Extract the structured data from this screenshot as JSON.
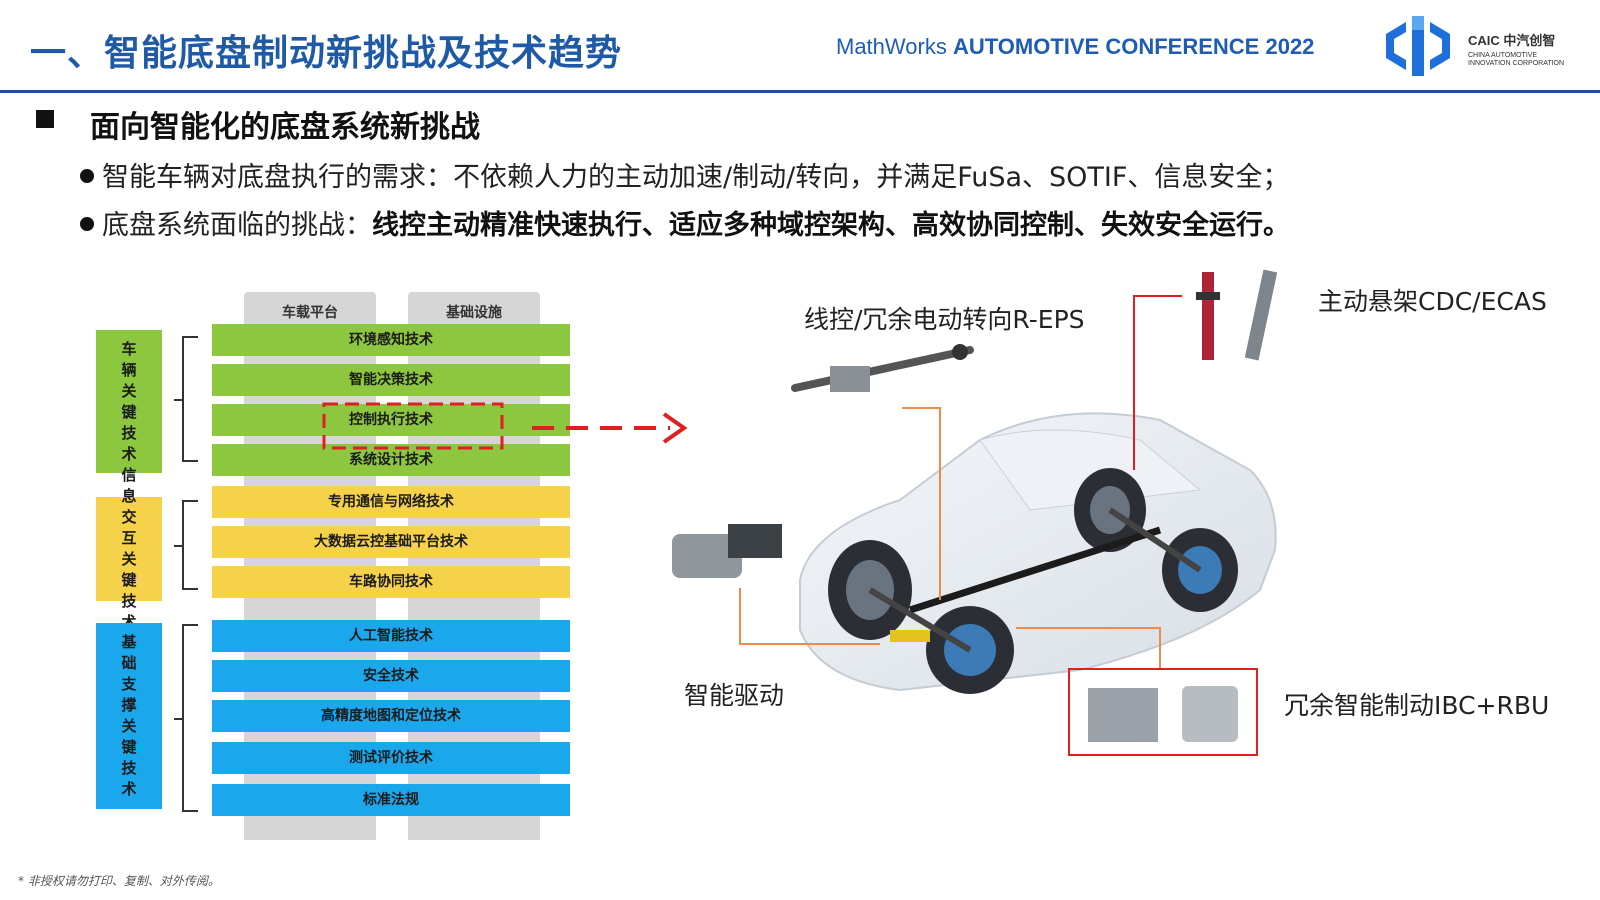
{
  "header": {
    "title": "一、智能底盘制动新挑战及技术趋势",
    "conference_prefix": "MathWorks",
    "conference_name": "AUTOMOTIVE CONFERENCE 2022",
    "logo_name": "CAIC 中汽创智",
    "logo_sub": "CHINA AUTOMOTIVE INNOVATION CORPORATION"
  },
  "section": {
    "title": "面向智能化的底盘系统新挑战",
    "bullets": [
      {
        "text": "智能车辆对底盘执行的需求：不依赖人力的主动加速/制动/转向，并满足FuSa、SOTIF、信息安全；",
        "bold": ""
      },
      {
        "text": "底盘系统面临的挑战：",
        "bold": "线控主动精准快速执行、适应多种域控架构、高效协同控制、失效安全运行。"
      }
    ]
  },
  "stack": {
    "columns": [
      "车载平台",
      "基础设施"
    ],
    "groups": [
      {
        "label": "车辆关键技术",
        "color": "#8dc63f",
        "items": [
          "环境感知技术",
          "智能决策技术",
          "控制执行技术",
          "系统设计技术"
        ]
      },
      {
        "label": "信息交互关键技术",
        "color": "#f6d24a",
        "items": [
          "专用通信与网络技术",
          "大数据云控基础平台技术",
          "车路协同技术"
        ]
      },
      {
        "label": "基础支撑关键技术",
        "color": "#1aa7ec",
        "items": [
          "人工智能技术",
          "安全技术",
          "高精度地图和定位技术",
          "测试评价技术",
          "标准法规"
        ]
      }
    ],
    "highlighted_item": "控制执行技术",
    "highlight_color": "#e02020"
  },
  "labels": {
    "steering": "线控/冗余电动转向R-EPS",
    "suspension": "主动悬架CDC/ECAS",
    "drive": "智能驱动",
    "brake": "冗余智能制动IBC+RBU"
  },
  "footnote": "* 非授权请勿打印、复制、对外传阅。",
  "colors": {
    "title_blue": "#1f5aa6",
    "rule_blue": "#1f4e99",
    "leader_orange": "#f08a4b",
    "leader_red": "#e02020"
  }
}
